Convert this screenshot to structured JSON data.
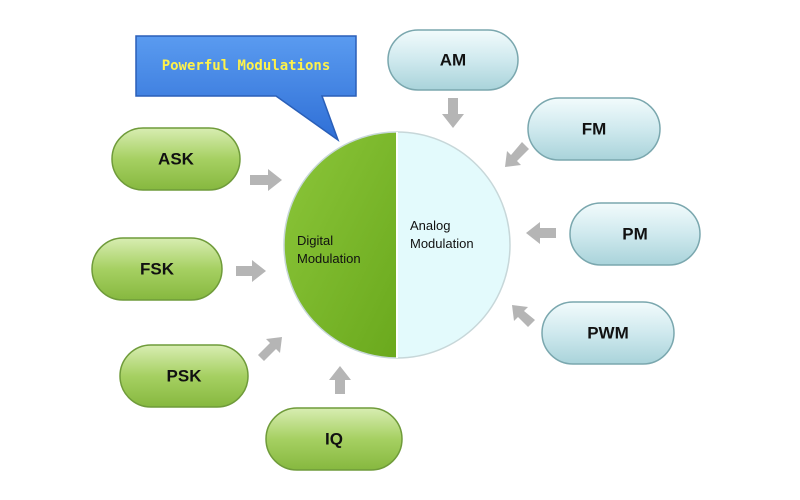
{
  "callout": {
    "title": "Powerful Modulations"
  },
  "center": {
    "left_line1": "Digital",
    "left_line2": "Modulation",
    "right_line1": "Analog",
    "right_line2": "Modulation",
    "digital_color": "#7db828",
    "analog_color": "#e3fafc"
  },
  "digital": [
    "ASK",
    "FSK",
    "PSK",
    "IQ"
  ],
  "analog": [
    "AM",
    "FM",
    "PM",
    "PWM"
  ],
  "colors": {
    "callout_bg": "#3d7ee0",
    "callout_text": "#fff24a",
    "digital_pill": "#a8d265",
    "analog_pill": "#c9e8ec",
    "arrow": "#b5b5b5"
  }
}
